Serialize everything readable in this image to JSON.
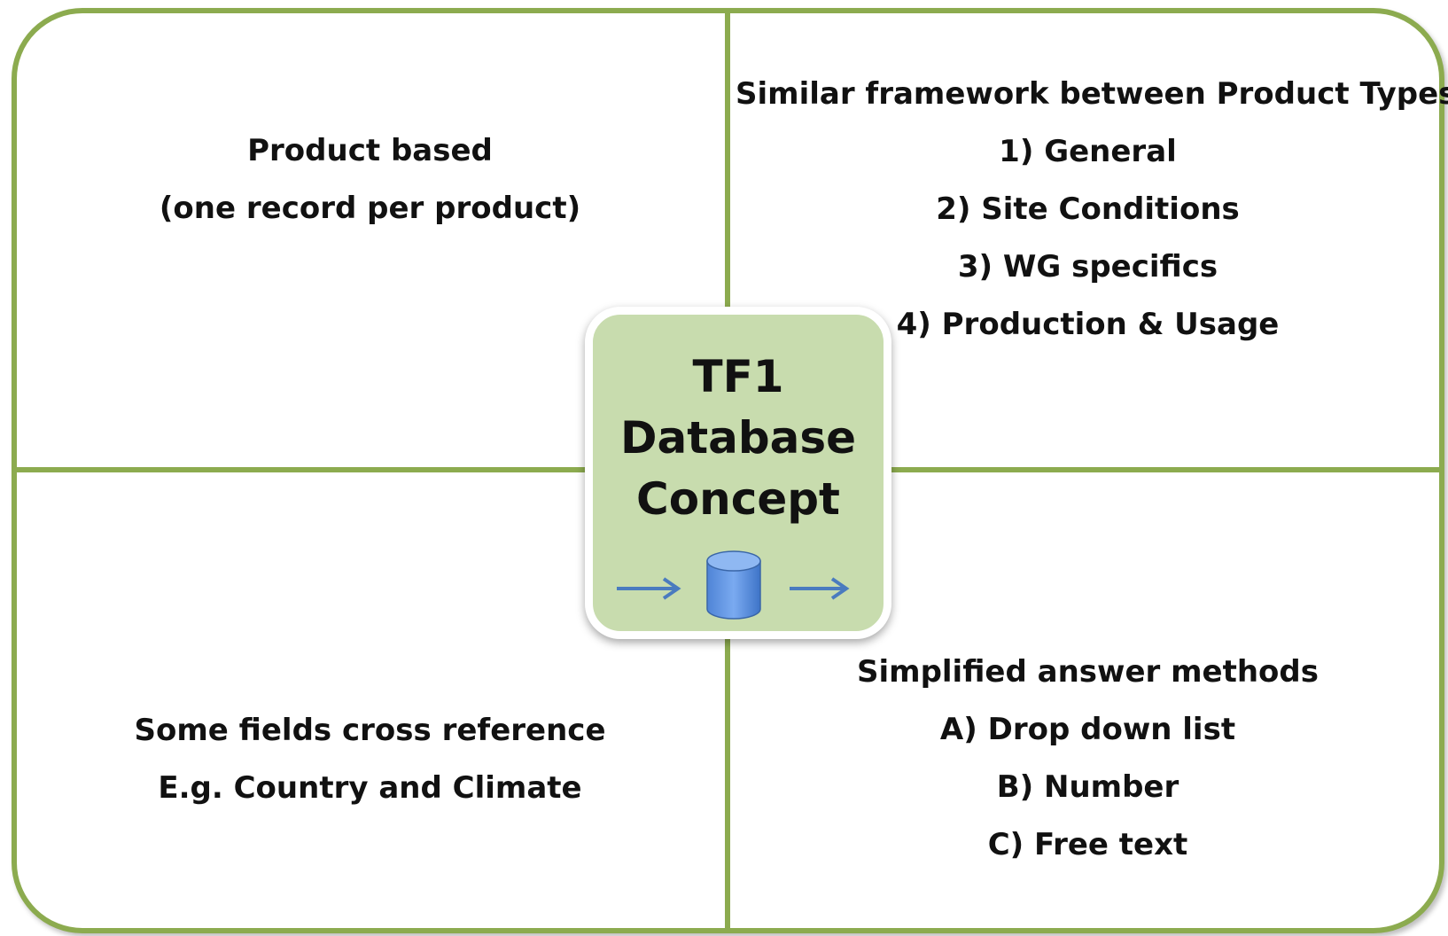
{
  "center": {
    "title_line1": "TF1",
    "title_line2": "Database",
    "title_line3": "Concept",
    "icons": [
      "arrow-right-icon",
      "database-cylinder-icon",
      "arrow-right-icon"
    ]
  },
  "top_left": {
    "lines": [
      "Product based",
      "(one record per product)"
    ]
  },
  "top_right": {
    "lines": [
      "Similar framework between Product Types",
      "1) General",
      "2) Site Conditions",
      "3) WG specifics",
      "4) Production & Usage"
    ]
  },
  "bottom_left": {
    "lines": [
      "Some fields cross reference",
      "E.g. Country and Climate"
    ]
  },
  "bottom_right": {
    "lines": [
      "Simplified answer methods",
      "A) Drop down list",
      "B) Number",
      "C) Free text"
    ]
  },
  "colors": {
    "frame": "#8cab4f",
    "center_fill": "#c8dcae",
    "arrow": "#4a7bbf",
    "cylinder": "#5b8fdb"
  }
}
